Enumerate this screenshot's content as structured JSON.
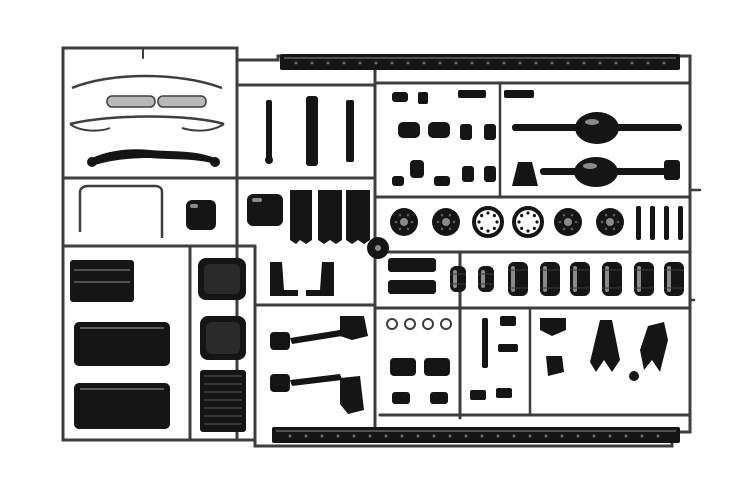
{
  "image": {
    "subject": "",
    "colors": {
      "background": "#ffffff",
      "sprue": "#3e3e3e",
      "part_dark": "#151515",
      "part_mid": "#2a2a2a",
      "highlight": "#8a8a8a",
      "mesh": "#b8b8b8"
    },
    "counts": {
      "chassis_rails": 2,
      "wheel_hubs": 6,
      "air_tanks": 8,
      "fuel_tanks": 2
    }
  }
}
